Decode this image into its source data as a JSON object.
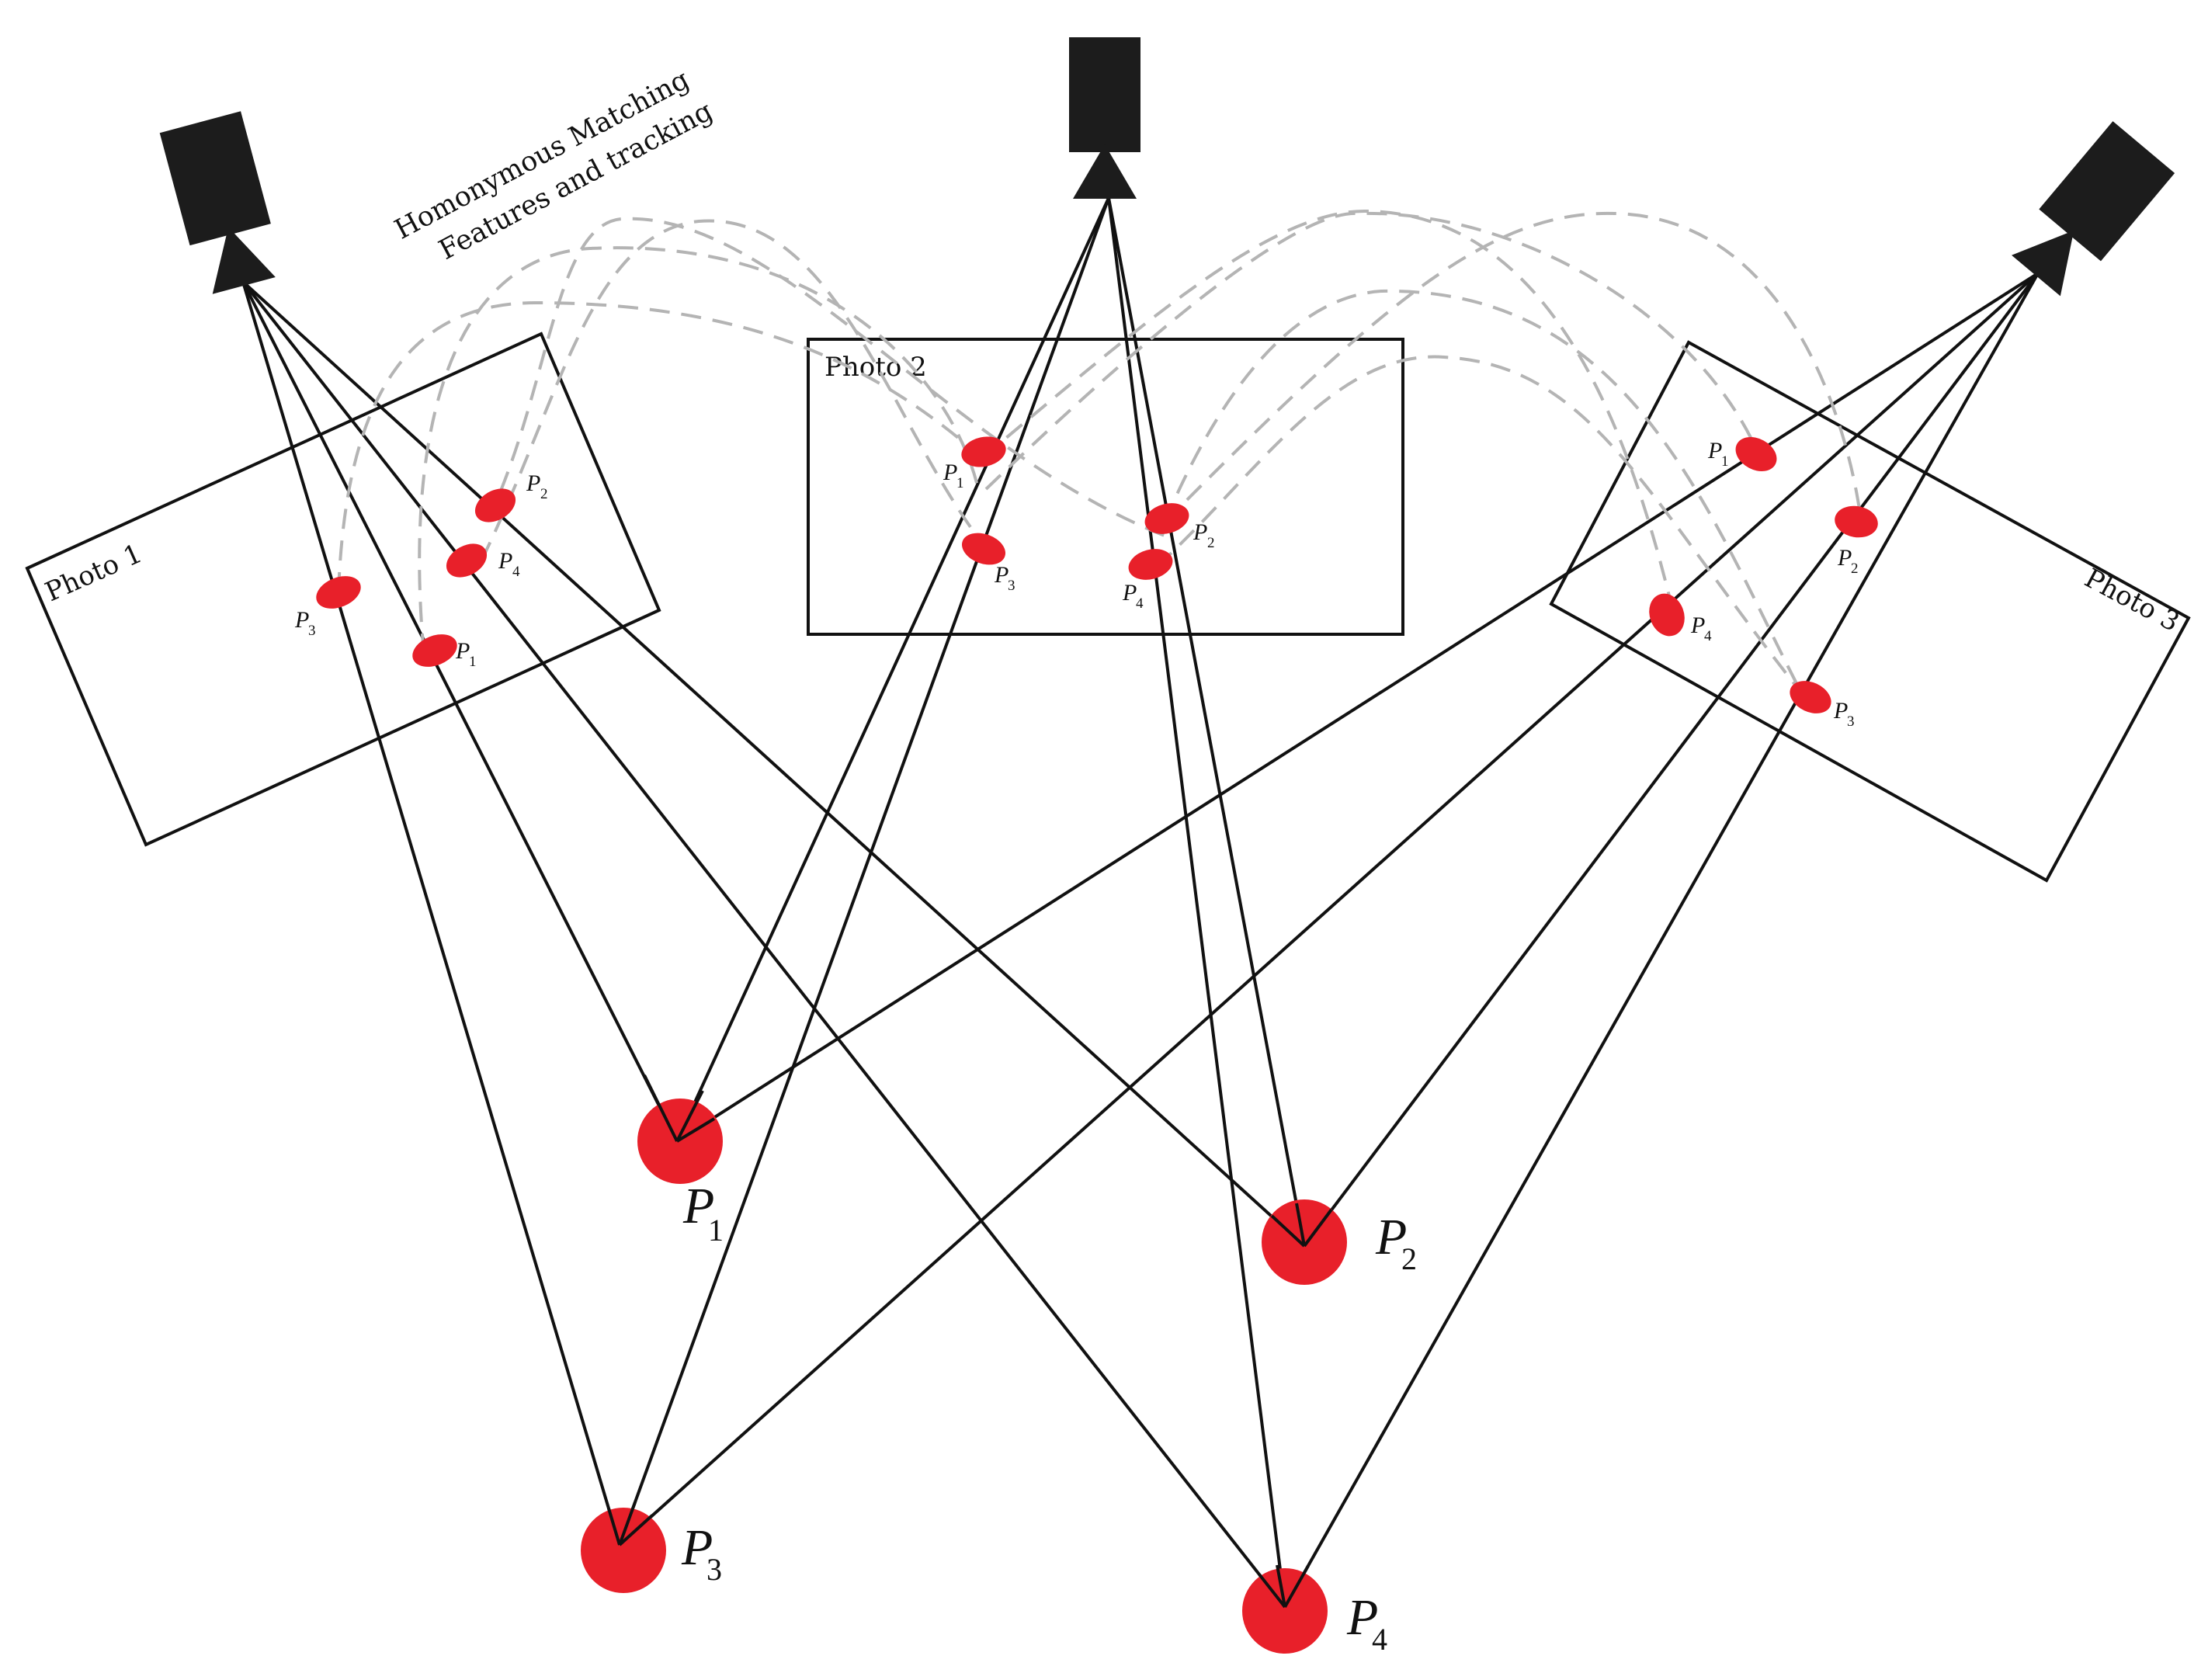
{
  "caption": {
    "line1": "Homonymous Matching",
    "line2": "Features and tracking"
  },
  "photos": [
    {
      "label": "Photo 1"
    },
    {
      "label": "Photo 2"
    },
    {
      "label": "Photo 3"
    }
  ],
  "cameras": [
    "camera-left-icon",
    "camera-center-icon",
    "camera-right-icon"
  ],
  "points": [
    {
      "letter": "P",
      "sub": "1"
    },
    {
      "letter": "P",
      "sub": "2"
    },
    {
      "letter": "P",
      "sub": "3"
    },
    {
      "letter": "P",
      "sub": "4"
    }
  ],
  "colors": {
    "point": "#e8202a",
    "line": "#111111",
    "track": "#b4b4b4"
  }
}
